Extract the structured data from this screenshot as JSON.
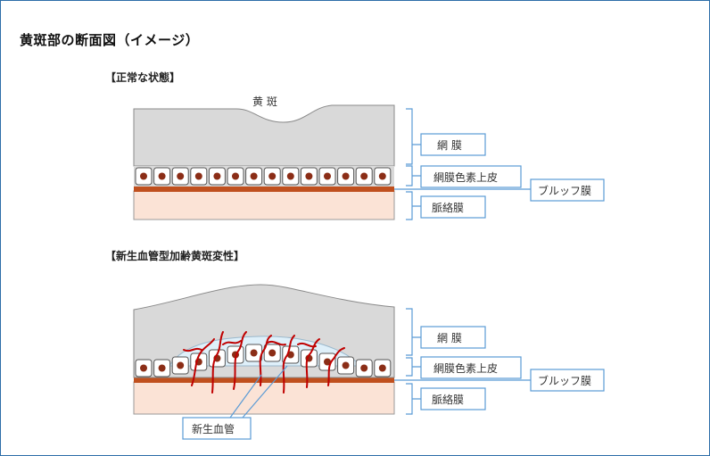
{
  "title": "黄斑部の断面図（イメージ）",
  "normal": {
    "heading": "【正常な状態】",
    "macula_label": "黄 斑",
    "labels": {
      "retina": "網 膜",
      "rpe": "網膜色素上皮",
      "bruch": "ブルッフ膜",
      "choroid": "脈絡膜"
    }
  },
  "amd": {
    "heading": "【新生血管型加齢黄斑変性】",
    "labels": {
      "retina": "網 膜",
      "rpe": "網膜色素上皮",
      "bruch": "ブルッフ膜",
      "choroid": "脈絡膜",
      "vessel": "新生血管"
    }
  },
  "colors": {
    "frame": "#2d6ea8",
    "retina": "#d9d9d9",
    "cell_nucleus": "#8b2d16",
    "bruch": "#c0501e",
    "choroid": "#fbe3d6",
    "vessels": "#c00000",
    "fluid": "#dff0fa",
    "callout_border": "#5b9bd5"
  }
}
